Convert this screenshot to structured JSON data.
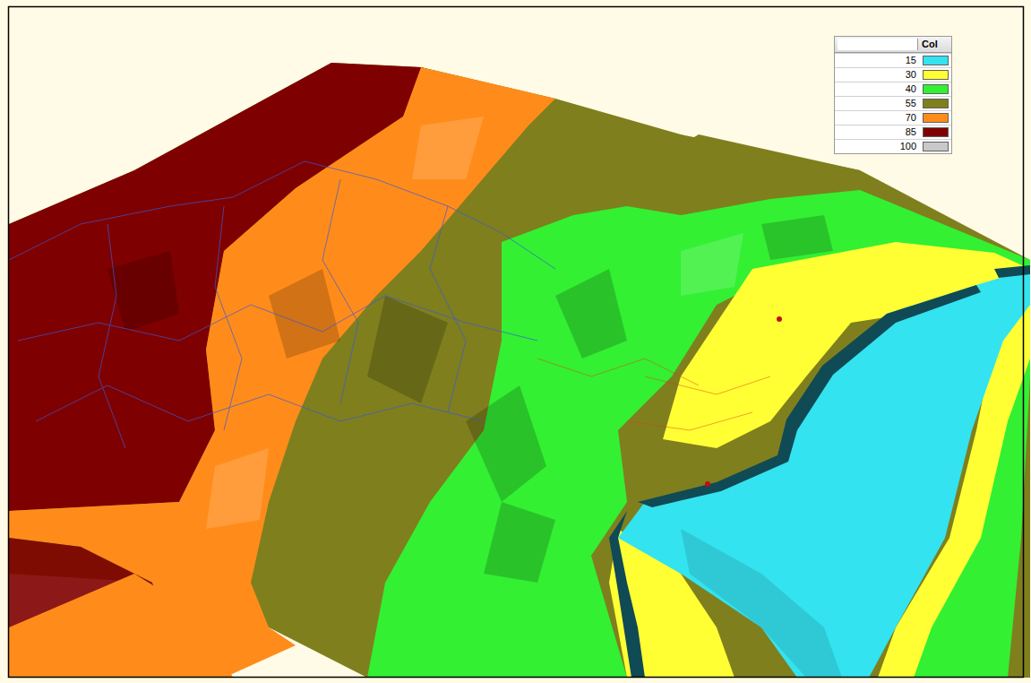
{
  "diagram": {
    "labels": [
      "Col"
    ],
    "legend": [
      {
        "text": "15",
        "color": "#33e3f0"
      },
      {
        "text": "30",
        "color": "#ffff33"
      },
      {
        "text": "40",
        "color": "#33f033"
      },
      {
        "text": "55",
        "color": "#7f7f1e"
      },
      {
        "text": "70",
        "color": "#ff8c1a"
      },
      {
        "text": "85",
        "color": "#7f0000"
      },
      {
        "text": "100",
        "color": "#c8c8c8"
      }
    ]
  }
}
